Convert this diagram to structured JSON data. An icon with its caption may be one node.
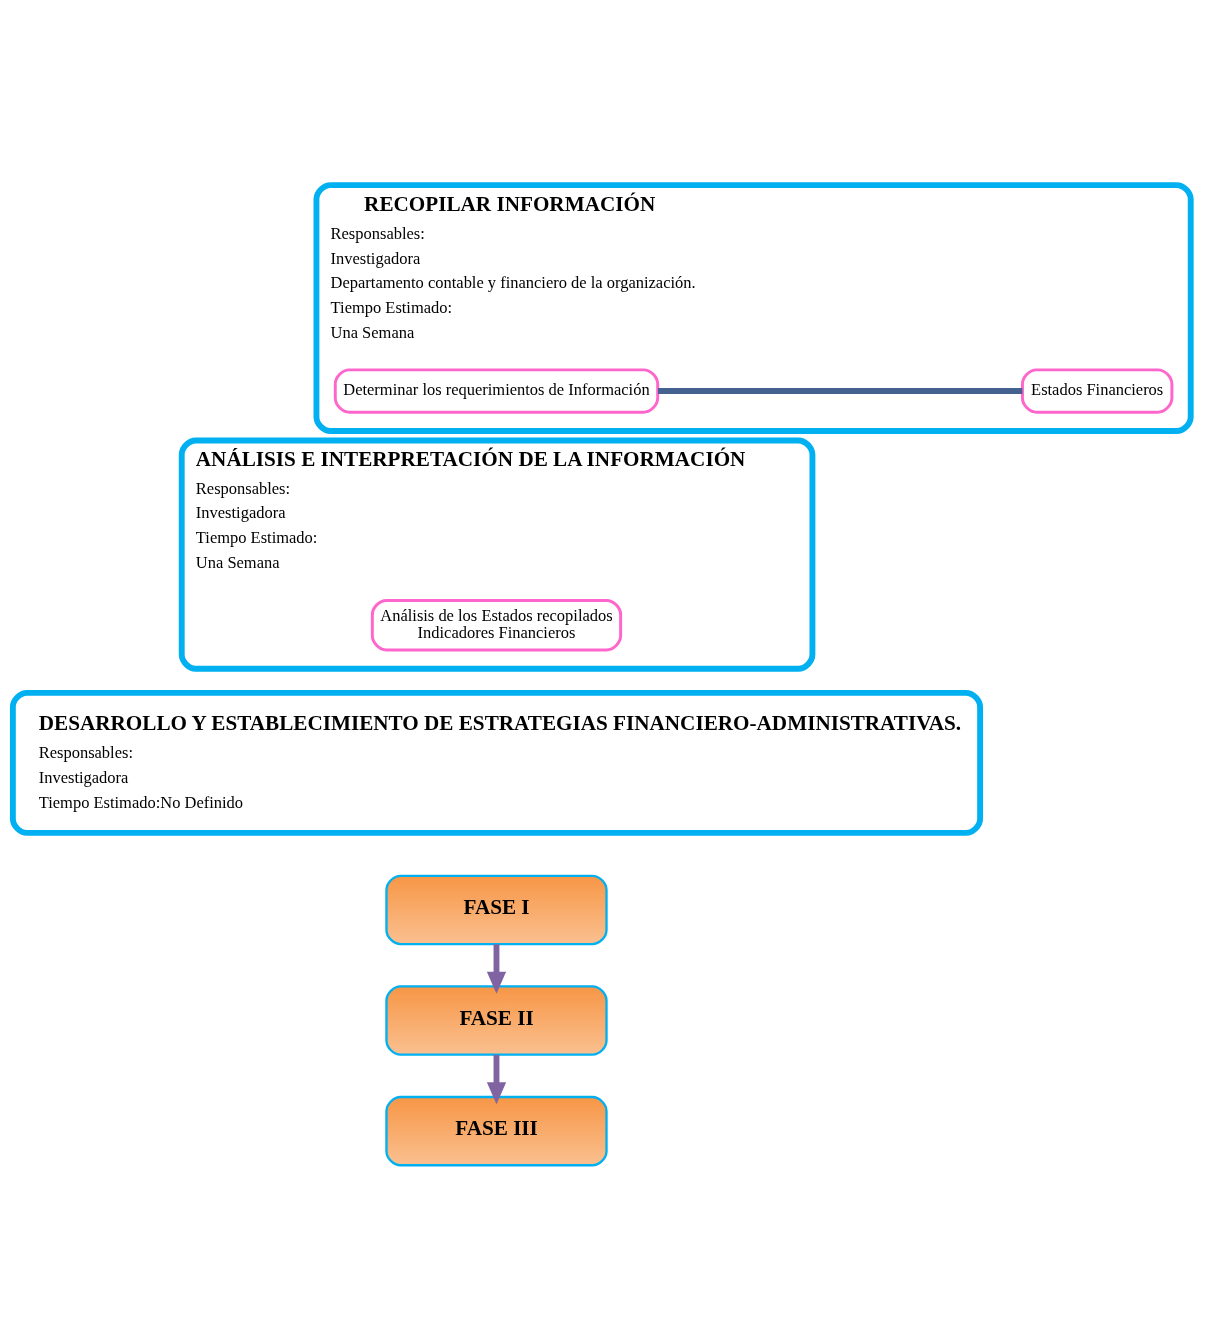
{
  "diagram": {
    "nodes": [
      {
        "text": [
          "FASE I"
        ]
      },
      {
        "text": [
          "RECOPILAR INFORMACIÓN",
          "Responsables:",
          "Investigadora",
          "Departamento contable y financiero de la organización.",
          "Tiempo Estimado:",
          "Una Semana"
        ]
      },
      {
        "text": [
          "Determinar los requerimientos de Información"
        ],
        "in": 1
      },
      {
        "text": [
          "Estados Financieros"
        ],
        "in": 1
      },
      {
        "text": [
          "FASE II"
        ]
      },
      {
        "text": [
          "ANÁLISIS E INTERPRETACIÓN DE LA INFORMACIÓN",
          "Responsables:",
          "Investigadora",
          "Tiempo Estimado:",
          "Una Semana"
        ]
      },
      {
        "text": [
          "Análisis de los Estados recopilados",
          "Indicadores Financieros"
        ],
        "in": 5
      },
      {
        "text": [
          "FASE III"
        ]
      },
      {
        "text": [
          "DESARROLLO Y ESTABLECIMIENTO DE ESTRATEGIAS FINANCIERO-ADMINISTRATIVAS.",
          "Responsables:",
          "Investigadora",
          "Tiempo Estimado:No Definido"
        ]
      }
    ],
    "edges": [
      {
        "from": 2,
        "to": 3,
        "arrow": "none",
        "color": "#44618f"
      },
      {
        "from": 0,
        "to": 4,
        "arrow": "to",
        "color": "#8064a2"
      },
      {
        "from": 4,
        "to": 7,
        "arrow": "to",
        "color": "#8064a2"
      }
    ]
  }
}
